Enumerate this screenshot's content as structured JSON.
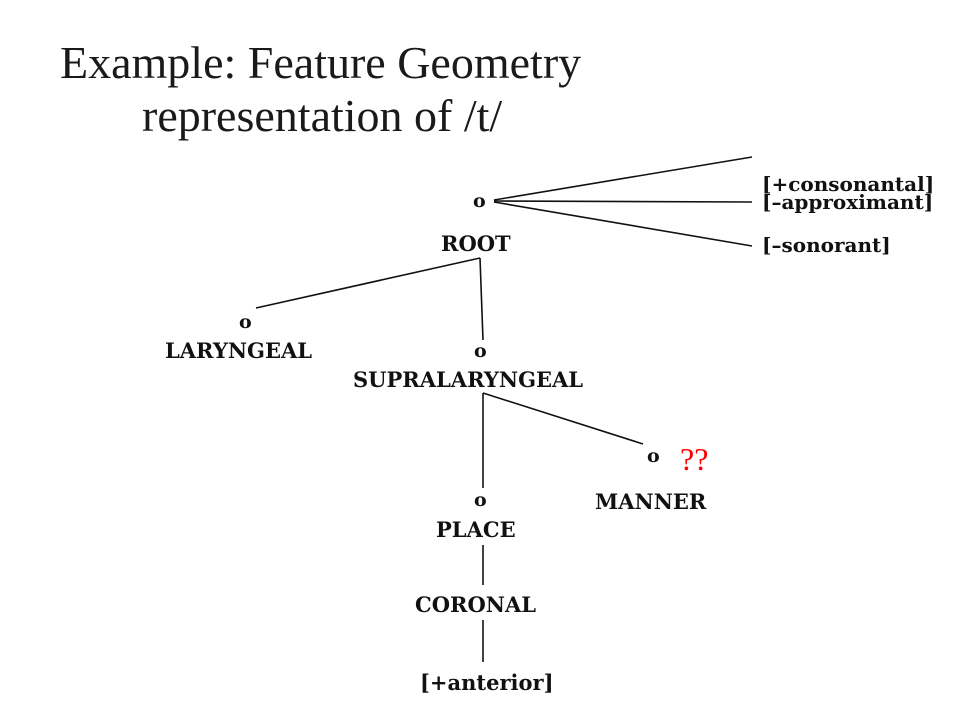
{
  "title": {
    "line1": "Example: Feature Geometry",
    "line2": "representation of /t/"
  },
  "node_symbol": "o",
  "root_features": [
    "[+consonantal]",
    "[–approximant]",
    "[–sonorant]"
  ],
  "nodes": {
    "root": "ROOT",
    "laryngeal": "LARYNGEAL",
    "supralaryngeal": "SUPRALARYNGEAL",
    "manner": "MANNER",
    "place": "PLACE",
    "coronal": "CORONAL",
    "anterior": "[+anterior]"
  },
  "annotation": "??",
  "colors": {
    "annotation": "#ff0000"
  }
}
